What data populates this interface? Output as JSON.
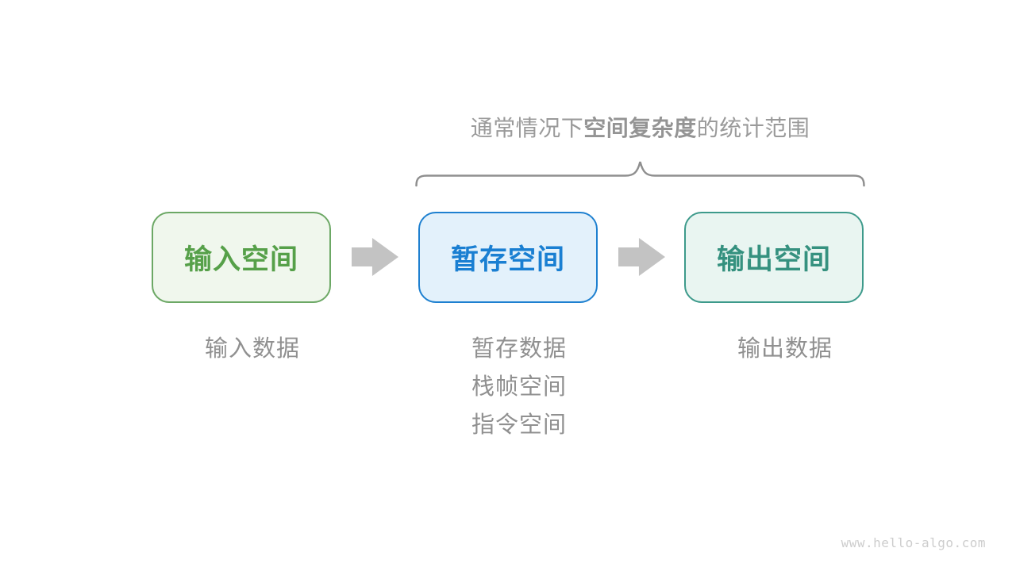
{
  "page": {
    "background": "#ffffff",
    "watermark": "www.hello-algo.com"
  },
  "title": {
    "prefix": "通常情况下",
    "bold": "空间复杂度",
    "suffix": "的统计范围",
    "color": "#9a9a9a"
  },
  "brace": {
    "color": "#8f8f8f",
    "spans": "temp-space-and-output-space"
  },
  "flow": {
    "arrow_color": "#c3c3c3",
    "boxes": [
      {
        "id": "input-space",
        "label": "输入空间",
        "border_color": "#6ca865",
        "background": "#f0f7ed",
        "text_color": "#56a049"
      },
      {
        "id": "temp-space",
        "label": "暂存空间",
        "border_color": "#1e80d0",
        "background": "#e3f1fb",
        "text_color": "#1a7fd2"
      },
      {
        "id": "output-space",
        "label": "输出空间",
        "border_color": "#3d9a8b",
        "background": "#e9f5f1",
        "text_color": "#35917f"
      }
    ]
  },
  "annotations": {
    "color": "#909090",
    "input": [
      "输入数据"
    ],
    "temp": [
      "暂存数据",
      "栈帧空间",
      "指令空间"
    ],
    "output": [
      "输出数据"
    ]
  }
}
